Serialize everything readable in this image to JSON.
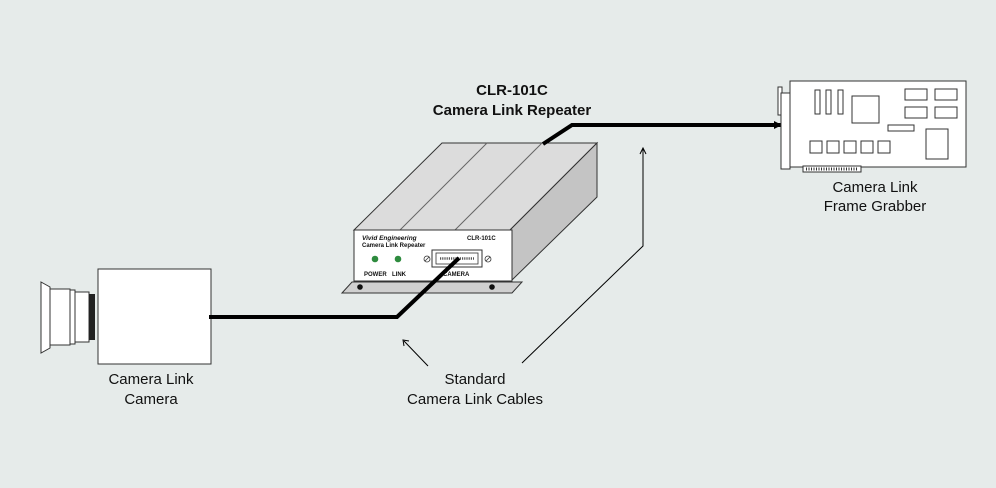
{
  "repeater": {
    "title_line1": "CLR-101C",
    "title_line2": "Camera Link Repeater",
    "panel_brand": "Vivid Engineering",
    "panel_product": "Camera Link Repeater",
    "panel_model": "CLR-101C",
    "led_power_label": "POWER",
    "led_link_label": "LINK",
    "connector_label": "CAMERA",
    "led_color": "#2e8b3e"
  },
  "camera": {
    "label_line1": "Camera Link",
    "label_line2": "Camera"
  },
  "frame_grabber": {
    "label_line1": "Camera Link",
    "label_line2": "Frame Grabber"
  },
  "cables": {
    "label_line1": "Standard",
    "label_line2": "Camera Link Cables"
  },
  "colors": {
    "background": "#e6ebea",
    "cable": "#000000",
    "device_face": "#ffffff",
    "device_top": "#dcdcdc",
    "device_side": "#c4c4c4"
  }
}
